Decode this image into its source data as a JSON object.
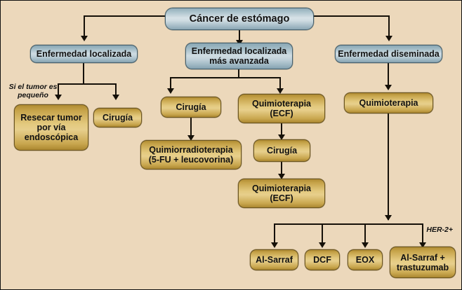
{
  "diagram": {
    "title": "Cáncer de estómago",
    "root": {
      "label": "Cáncer de estómago"
    },
    "branches": [
      {
        "id": "localized",
        "label": "Enfermedad localizada"
      },
      {
        "id": "locally-adv",
        "label": "Enfermedad localizada\nmás avanzada"
      },
      {
        "id": "disseminated",
        "label": "Enfermedad diseminada"
      }
    ],
    "nodes": {
      "branch_localized": "Enfermedad localizada",
      "branch_locally_advanced_l1": "Enfermedad localizada",
      "branch_locally_advanced_l2": "más avanzada",
      "branch_disseminated": "Enfermedad diseminada",
      "endoscopic_l1": "Resecar tumor",
      "endoscopic_l2": "por vía",
      "endoscopic_l3": "endoscópica",
      "surgery_left": "Cirugía",
      "surgery_mid": "Cirugía",
      "chemoradio_l1": "Quimiorradioterapia",
      "chemoradio_l2": "(5-FU + leucovorina)",
      "chemo_ecf_pre_l1": "Quimioterapia",
      "chemo_ecf_pre_l2": "(ECF)",
      "surgery_ecf": "Cirugía",
      "chemo_ecf_post_l1": "Quimioterapia",
      "chemo_ecf_post_l2": "(ECF)",
      "chemo_right": "Quimioterapia",
      "regimen_alsarraf": "Al-Sarraf",
      "regimen_dcf": "DCF",
      "regimen_eox": "EOX",
      "regimen_alsarraf_trast_l1": "Al-Sarraf +",
      "regimen_alsarraf_trast_l2": "trastuzumab"
    },
    "annotations": {
      "small_tumor_l1": "Si el tumor",
      "small_tumor_l2": "es pequeño",
      "her2": "HER-2+"
    },
    "colors": {
      "background": "#ecd8bb",
      "gold_box": "#e3c97e",
      "gold_border": "#6b551f",
      "blue_box": "#cfdce2",
      "blue_border": "#46606d",
      "connector": "#151008",
      "text": "#111111"
    }
  }
}
